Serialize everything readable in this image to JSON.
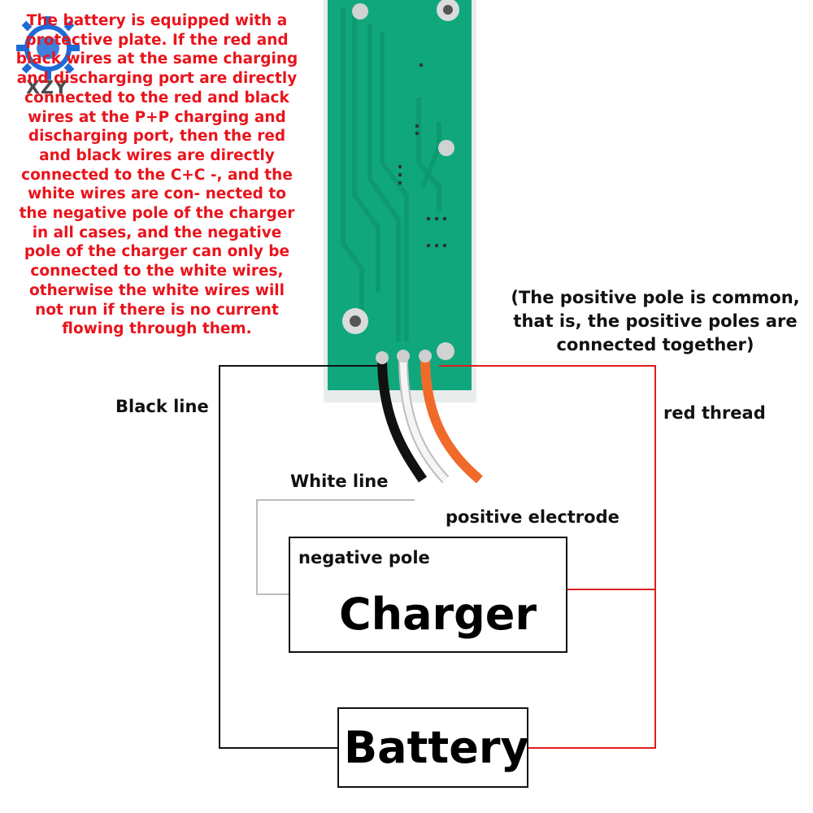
{
  "watermark": {
    "text": "XZY",
    "icon": "gear-logo-icon",
    "color": "#1e6ad6"
  },
  "note": {
    "text": "The battery is equipped with a protective plate. If the red and black wires at the same charging and discharging port are directly connected to the red and black wires at the P+P charging and discharging port, then the red and black wires are directly connected to the C+C -, and the white wires are con- nected to the negative pole of the charger in all cases, and the negative pole of the charger can only be connected to the white wires, otherwise the white wires will not run if there is no current flowing through them.",
    "color": "#e8141c"
  },
  "common_note": "(The positive pole is common,\nthat is, the positive poles are\nconnected together)",
  "labels": {
    "black_line": "Black line",
    "white_line": "White line",
    "red_thread": "red thread",
    "positive_electrode": "positive electrode",
    "negative_pole": "negative pole"
  },
  "charger": {
    "title": "Charger"
  },
  "battery": {
    "title": "Battery"
  },
  "colors": {
    "pcb": "#10a77c",
    "red_wire": "#e01b1b",
    "black_wire": "#111111",
    "white_wire": "#bdbdbd",
    "orange_wire": "#f06a2a"
  }
}
